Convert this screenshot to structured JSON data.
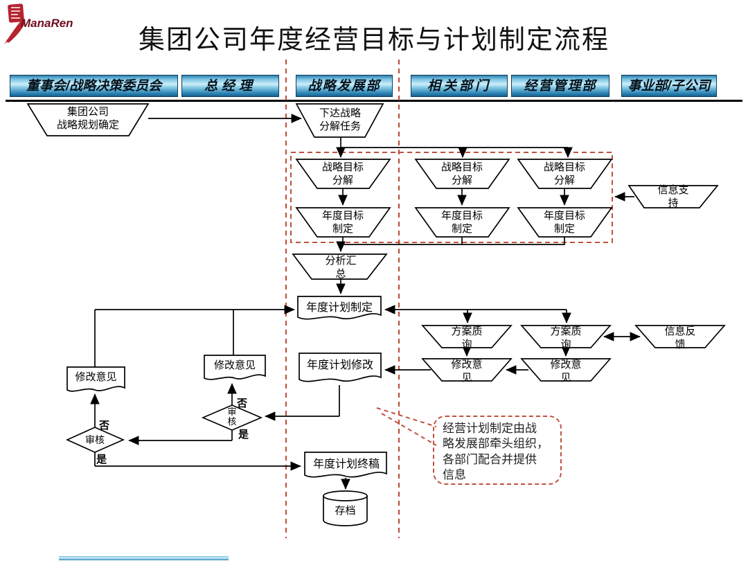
{
  "logo": {
    "brand": "ManaRen"
  },
  "title": "集团公司年度经营目标与计划制定流程",
  "lanes": [
    "董事会/战略决策委员会",
    "总经理",
    "战略发展部",
    "相关部门",
    "经营管理部",
    "事业部/子公司"
  ],
  "nodes": {
    "strategy_confirm": "集团公司\n战略规划确定",
    "assign_task": "下达战略\n分解任务",
    "goal_decompose": "战略目标\n分解",
    "annual_goal": "年度目标\n制定",
    "info_support": "信息支\n持",
    "analyze_summary": "分析汇\n总",
    "annual_plan_make": "年度计划制定",
    "plan_inquiry": "方案质\n询",
    "info_feedback": "信息反\n馈",
    "revise_opinion": "修改意\n见",
    "annual_plan_revise": "年度计划修改",
    "revise_opinion_doc": "修改意见",
    "review_vertical": "审\n核",
    "review": "审核",
    "annual_plan_final": "年度计划终稿",
    "archive": "存档"
  },
  "branch_labels": {
    "no": "否",
    "yes": "是"
  },
  "callout": "经营计划制定由战\n略发展部牵头组织，\n各部门配合并提供\n信息",
  "colors": {
    "lane_dash": "#c0503c",
    "header_light": "#cdeef8",
    "header_dark": "#16618f",
    "logo_red": "#b5242f",
    "line": "#000000"
  }
}
